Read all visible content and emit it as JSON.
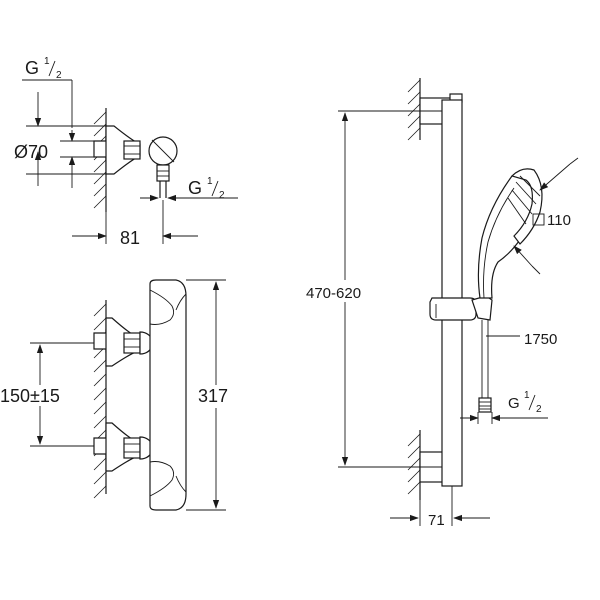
{
  "top_left_view": {
    "thread_top": {
      "base": "G",
      "numerator": "1",
      "denominator": "2"
    },
    "diameter": "Ø70",
    "thread_side": {
      "base": "G",
      "numerator": "1",
      "denominator": "2"
    },
    "projection": "81"
  },
  "bottom_left_view": {
    "centre_distance": "150±15",
    "height": "317"
  },
  "right_view": {
    "rail_range": "470-620",
    "head_size": "110",
    "hose_length": "1750",
    "thread": {
      "base": "G",
      "numerator": "1",
      "denominator": "2"
    },
    "wall_offset": "71"
  }
}
